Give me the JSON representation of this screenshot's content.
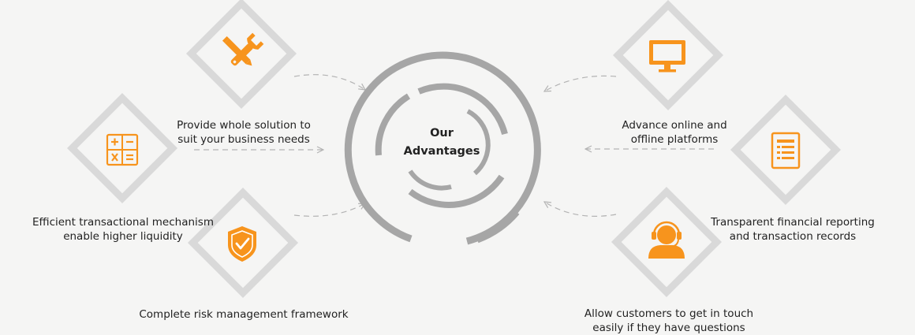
{
  "center": {
    "line1": "Our",
    "line2": "Advantages"
  },
  "items": [
    {
      "icon": "tools-icon",
      "lines": [
        "Provide whole solution to",
        "suit your business needs"
      ]
    },
    {
      "icon": "calculator-icon",
      "lines": [
        "Efficient transactional mechanism",
        "enable higher liquidity"
      ]
    },
    {
      "icon": "shield-check-icon",
      "lines": [
        "Complete risk management framework"
      ]
    },
    {
      "icon": "monitor-icon",
      "lines": [
        "Advance online and",
        "offline platforms"
      ]
    },
    {
      "icon": "report-icon",
      "lines": [
        "Transparent financial reporting",
        "and transaction records"
      ]
    },
    {
      "icon": "headset-user-icon",
      "lines": [
        "Allow customers to get in touch",
        "easily if they have questions"
      ]
    }
  ],
  "colors": {
    "accent": "#f7941d",
    "diamond": "#d9d9d9",
    "rings": "#a6a6a6",
    "arrow": "#b3b3b3",
    "background": "#f5f5f4"
  }
}
